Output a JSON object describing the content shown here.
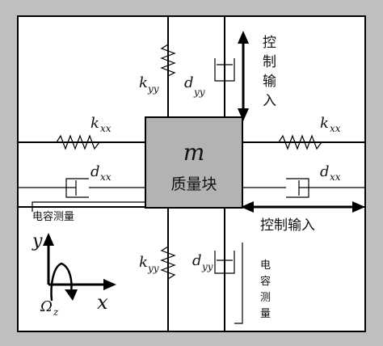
{
  "mass": {
    "symbol": "m",
    "label": "质量块"
  },
  "springs": {
    "top": {
      "k": "k",
      "sub": "yy"
    },
    "bottom": {
      "k": "k",
      "sub": "yy"
    },
    "left": {
      "k": "k",
      "sub": "xx"
    },
    "right": {
      "k": "k",
      "sub": "xx"
    }
  },
  "dampers": {
    "top": {
      "d": "d",
      "sub": "yy"
    },
    "bottom": {
      "d": "d",
      "sub": "yy"
    },
    "left": {
      "d": "d",
      "sub": "xx"
    },
    "right": {
      "d": "d",
      "sub": "xx"
    }
  },
  "labels": {
    "control_input_vertical": [
      "控",
      "制",
      "输",
      "入"
    ],
    "control_input_horizontal": "控制输入",
    "cap_measure_horizontal": "电容测量",
    "cap_measure_vertical": [
      "电",
      "容",
      "测",
      "量"
    ]
  },
  "axes": {
    "y": "y",
    "x": "x",
    "omega": "Ω",
    "omega_sub": "z"
  },
  "colors": {
    "frame": "#c0c0c0",
    "mass": "#b3b3b3",
    "line": "#000000"
  }
}
